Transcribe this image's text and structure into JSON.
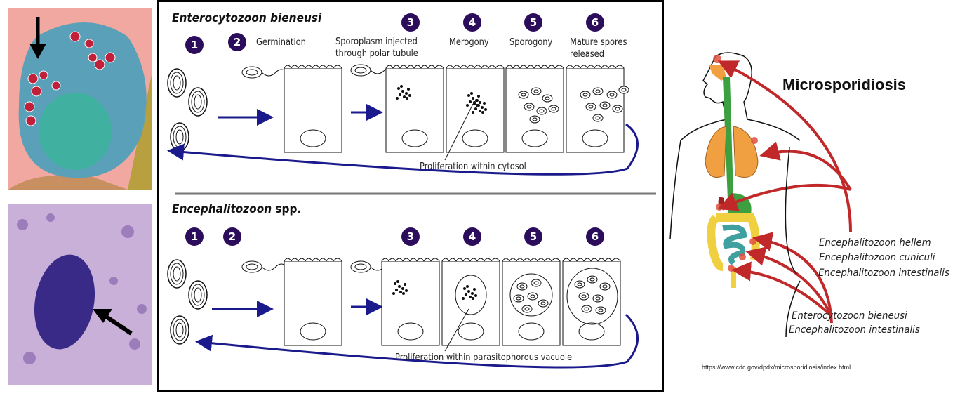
{
  "life_cycle": {
    "top": {
      "title": "Enterocytozoon bieneusi",
      "steps": [
        {
          "num": "1",
          "label": ""
        },
        {
          "num": "2",
          "label": "Germination"
        },
        {
          "num": "3",
          "label": "Sporoplasm injected through polar tubule"
        },
        {
          "num": "4",
          "label": "Merogony"
        },
        {
          "num": "5",
          "label": "Sporogony"
        },
        {
          "num": "6",
          "label": "Mature spores released"
        }
      ],
      "proliferation": "Proliferation within cytosol"
    },
    "bottom": {
      "title": "Encephalitozoon",
      "title_suffix": "spp.",
      "steps": [
        {
          "num": "1"
        },
        {
          "num": "2"
        },
        {
          "num": "3"
        },
        {
          "num": "4"
        },
        {
          "num": "5"
        },
        {
          "num": "6"
        }
      ],
      "proliferation": "Proliferation within parasitophorous vacuole"
    },
    "colors": {
      "step_circle": "#2b0d5c",
      "arrow": "#1a1a8c"
    }
  },
  "body_figure": {
    "title": "Microsporidiosis",
    "upper_species": [
      "Encephalitozoon hellem",
      "Encephalitozoon cuniculi",
      "Encephalitozoon intestinalis"
    ],
    "lower_species": [
      "Enterocytozoon bieneusi",
      "Encephalitozoon intestinalis"
    ],
    "source": "https://www.cdc.gov/dpdx/microsporidiosis/index.html",
    "colors": {
      "arrow": "#c0282a",
      "lungs": "#f0a040",
      "gi": "#4caf50"
    }
  }
}
